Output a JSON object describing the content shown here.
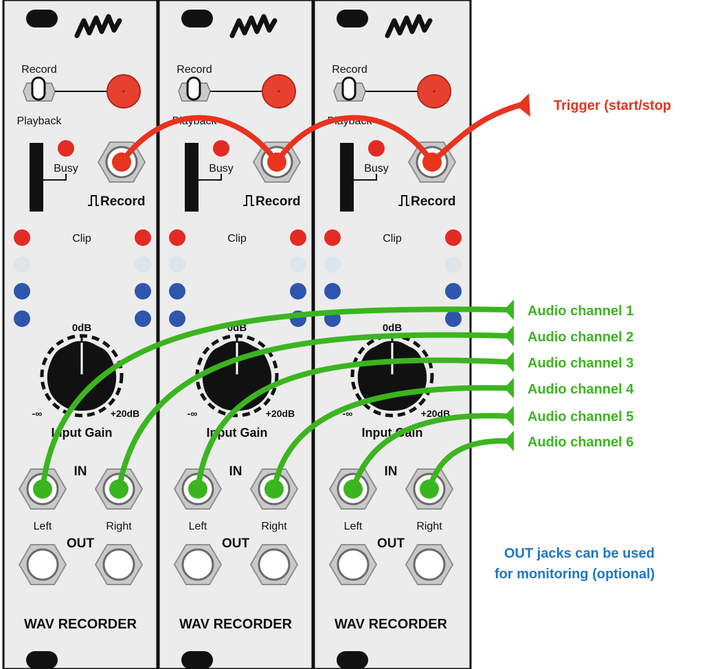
{
  "modules": [
    {
      "toggle_top_label": "Record",
      "toggle_bottom_label": "Playback",
      "busy_label": "Busy",
      "record_label": "Record",
      "clip_label": "Clip",
      "gain_top": "0dB",
      "gain_min": "-∞",
      "gain_max": "+20dB",
      "gain_label": "Input Gain",
      "in_label": "IN",
      "left_label": "Left",
      "right_label": "Right",
      "out_label": "OUT",
      "name": "WAV RECORDER"
    },
    {
      "toggle_top_label": "Record",
      "toggle_bottom_label": "Playback",
      "busy_label": "Busy",
      "record_label": "Record",
      "clip_label": "Clip",
      "gain_top": "0dB",
      "gain_min": "-∞",
      "gain_max": "+20dB",
      "gain_label": "Input Gain",
      "in_label": "IN",
      "left_label": "Left",
      "right_label": "Right",
      "out_label": "OUT",
      "name": "WAV RECORDER"
    },
    {
      "toggle_top_label": "Record",
      "toggle_bottom_label": "Playback",
      "busy_label": "Busy",
      "record_label": "Record",
      "clip_label": "Clip",
      "gain_top": "0dB",
      "gain_min": "-∞",
      "gain_max": "+20dB",
      "gain_label": "Input Gain",
      "in_label": "IN",
      "left_label": "Left",
      "right_label": "Right",
      "out_label": "OUT",
      "name": "WAV RECORDER"
    }
  ],
  "annotations": {
    "trigger": "Trigger (start/stop",
    "channels": [
      "Audio channel 1",
      "Audio channel 2",
      "Audio channel 3",
      "Audio channel 4",
      "Audio channel 5",
      "Audio channel 6"
    ],
    "out_note_line1": "OUT jacks can be used",
    "out_note_line2": "for monitoring (optional)"
  },
  "colors": {
    "panel": "#ececec",
    "trigger_cable": "#e8331f",
    "audio_cable": "#3bb51f",
    "note_text": "#1d77c7",
    "led_red": "#e32b24",
    "led_white": "#dde5ea",
    "led_blue": "#2e56ad",
    "record_button": "#e8402f"
  }
}
